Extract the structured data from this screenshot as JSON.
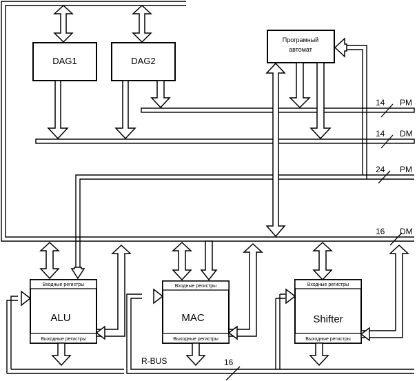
{
  "blocks": {
    "dag1": "DAG1",
    "dag2": "DAG2",
    "sequencer_line1": "Програмный",
    "sequencer_line2": "автомат",
    "alu": "ALU",
    "mac": "MAC",
    "shifter": "Shifter"
  },
  "registers": {
    "input": "Входные регистры",
    "output": "Выходные регистры"
  },
  "buses": {
    "pm_addr": {
      "width": "14",
      "name": "PM"
    },
    "dm_addr": {
      "width": "14",
      "name": "DM"
    },
    "pm_data": {
      "width": "24",
      "name": "PM"
    },
    "dm_data": {
      "width": "16",
      "name": "DM"
    },
    "rbus": {
      "name": "R-BUS",
      "width": "16"
    }
  }
}
